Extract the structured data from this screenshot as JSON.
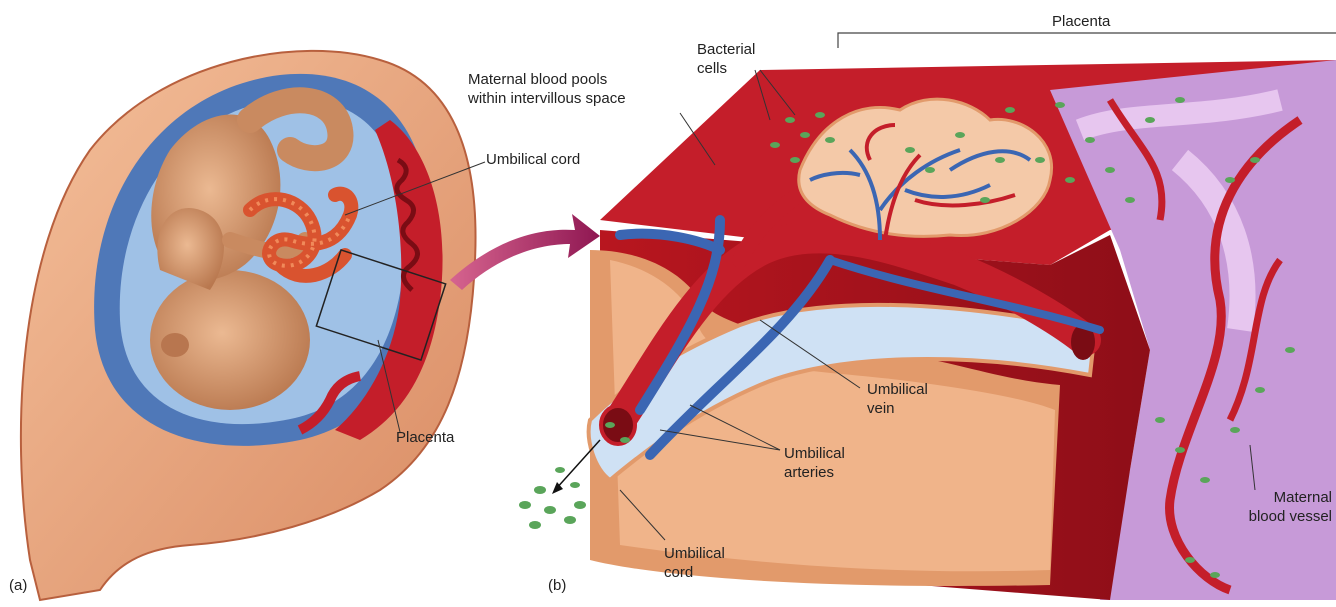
{
  "panels": {
    "a": {
      "tag": "(a)",
      "labels": {
        "umbilical_cord": "Umbilical cord",
        "placenta": "Placenta"
      }
    },
    "b": {
      "tag": "(b)",
      "labels": {
        "placenta_bracket": "Placenta",
        "bacterial_cells_1": "Bacterial",
        "bacterial_cells_2": "cells",
        "maternal_pools_1": "Maternal blood pools",
        "maternal_pools_2": "within intervillous space",
        "umbilical_vein_1": "Umbilical",
        "umbilical_vein_2": "vein",
        "umbilical_arteries_1": "Umbilical",
        "umbilical_arteries_2": "arteries",
        "umbilical_cord_1": "Umbilical",
        "umbilical_cord_2": "cord",
        "maternal_vessel_1": "Maternal",
        "maternal_vessel_2": "blood vessel"
      }
    }
  },
  "colors": {
    "uterus_wall": "#e9a57f",
    "amniotic_blue": "#4f78b8",
    "fetus_skin": "#d8a179",
    "blood_red": "#c41e2a",
    "vein_blue": "#3b66b3",
    "tissue_purple": "#c79ad8",
    "bacteria_green": "#5aa55a",
    "arrow_magenta": "#a3245e"
  }
}
